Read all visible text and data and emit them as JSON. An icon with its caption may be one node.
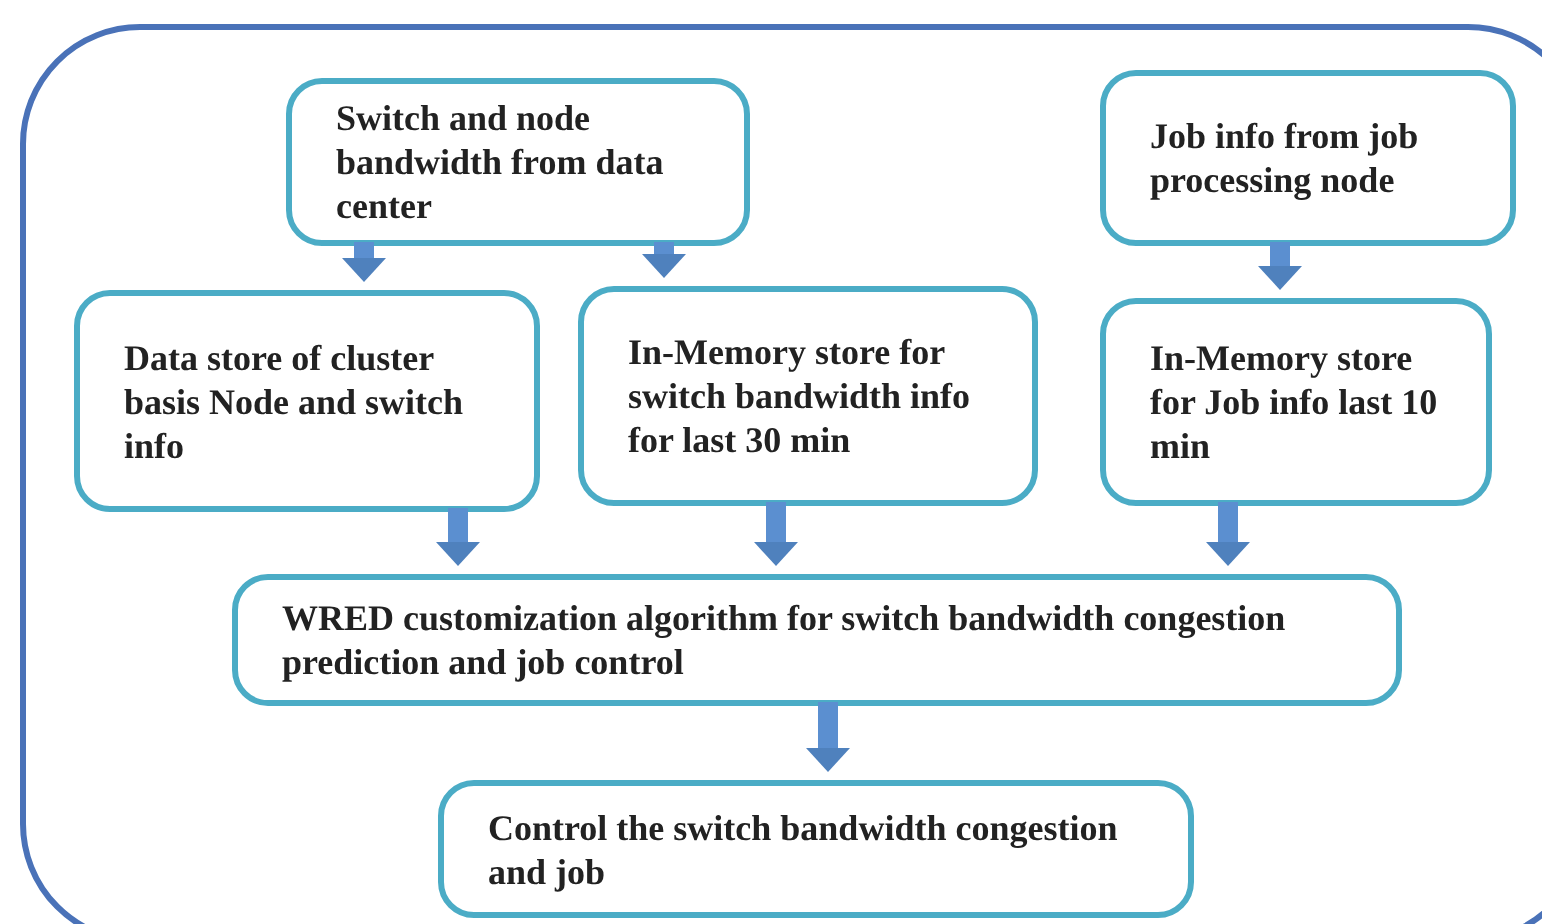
{
  "diagram": {
    "nodes": [
      {
        "text": [],
        "shape": "box"
      },
      {
        "text": [
          "Switch and node bandwidth from data center"
        ],
        "in": 0
      },
      {
        "text": [
          "Job info from job processing node"
        ],
        "in": 0
      },
      {
        "text": [
          "Data store of cluster basis Node and switch info"
        ],
        "in": 0
      },
      {
        "text": [
          "In-Memory store for switch bandwidth info for last 30 min"
        ],
        "in": 0
      },
      {
        "text": [
          "In-Memory store for Job info last 10 min"
        ],
        "in": 0
      },
      {
        "text": [
          "WRED customization algorithm for switch bandwidth congestion prediction and job control"
        ],
        "in": 0
      },
      {
        "text": [
          "Control the switch bandwidth congestion and job"
        ],
        "in": 0
      }
    ],
    "edges": [
      {
        "from": 1,
        "to": 3,
        "arrow": "to"
      },
      {
        "from": 1,
        "to": 4,
        "arrow": "to"
      },
      {
        "from": 2,
        "to": 5,
        "arrow": "to"
      },
      {
        "from": 3,
        "to": 6,
        "arrow": "to"
      },
      {
        "from": 4,
        "to": 6,
        "arrow": "to"
      },
      {
        "from": 5,
        "to": 6,
        "arrow": "to"
      },
      {
        "from": 6,
        "to": 7,
        "arrow": "to"
      }
    ]
  }
}
